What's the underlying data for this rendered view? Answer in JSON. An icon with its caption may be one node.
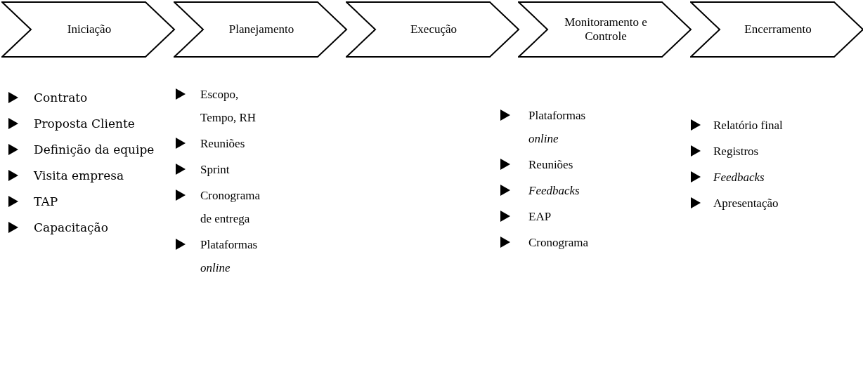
{
  "diagram": {
    "nodes": [
      {
        "text": [
          "Iniciação"
        ],
        "beside": [
          "Contrato",
          "Proposta Cliente",
          "Definição da equipe",
          "Visita empresa",
          "TAP",
          "Capacitação"
        ]
      },
      {
        "text": [
          "Planejamento"
        ],
        "beside": [
          "Escopo, Tempo, RH",
          "Reuniões",
          "Sprint",
          "Cronograma de entrega",
          "Plataformas *online*"
        ]
      },
      {
        "text": [
          "Execução"
        ]
      },
      {
        "text": [
          "Monitoramento e Controle"
        ],
        "beside": [
          "Plataformas *online*",
          "Reuniões",
          "Feedbacks",
          "EAP",
          "Cronograma"
        ]
      },
      {
        "text": [
          "Encerramento"
        ],
        "beside": [
          "Relatório final",
          "Registros",
          "Feedbacks",
          "Apresentação"
        ]
      }
    ],
    "edges": []
  }
}
